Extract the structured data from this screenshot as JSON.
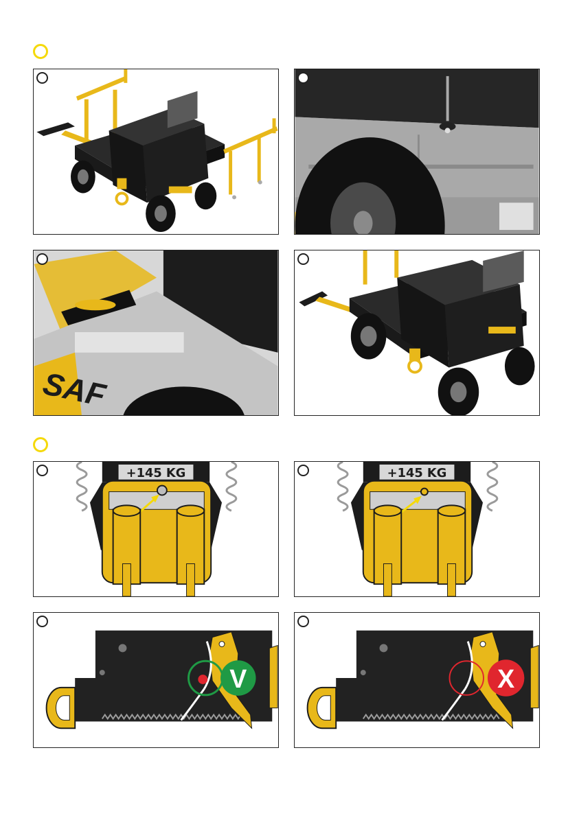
{
  "colors": {
    "accent_yellow": "#e8b81a",
    "marker_yellow": "#f5d90a",
    "body_dark": "#1c1c1c",
    "ok_green": "#1f9a45",
    "error_red": "#e0262e"
  },
  "weight_label": "+145 KG",
  "brand_fragment": "SAF",
  "check": {
    "ok_symbol": "V",
    "error_symbol": "X"
  },
  "icons": [
    "section-marker-icon",
    "step-circle-icon",
    "arrow-icon",
    "check-circle-icon",
    "cross-circle-icon"
  ]
}
